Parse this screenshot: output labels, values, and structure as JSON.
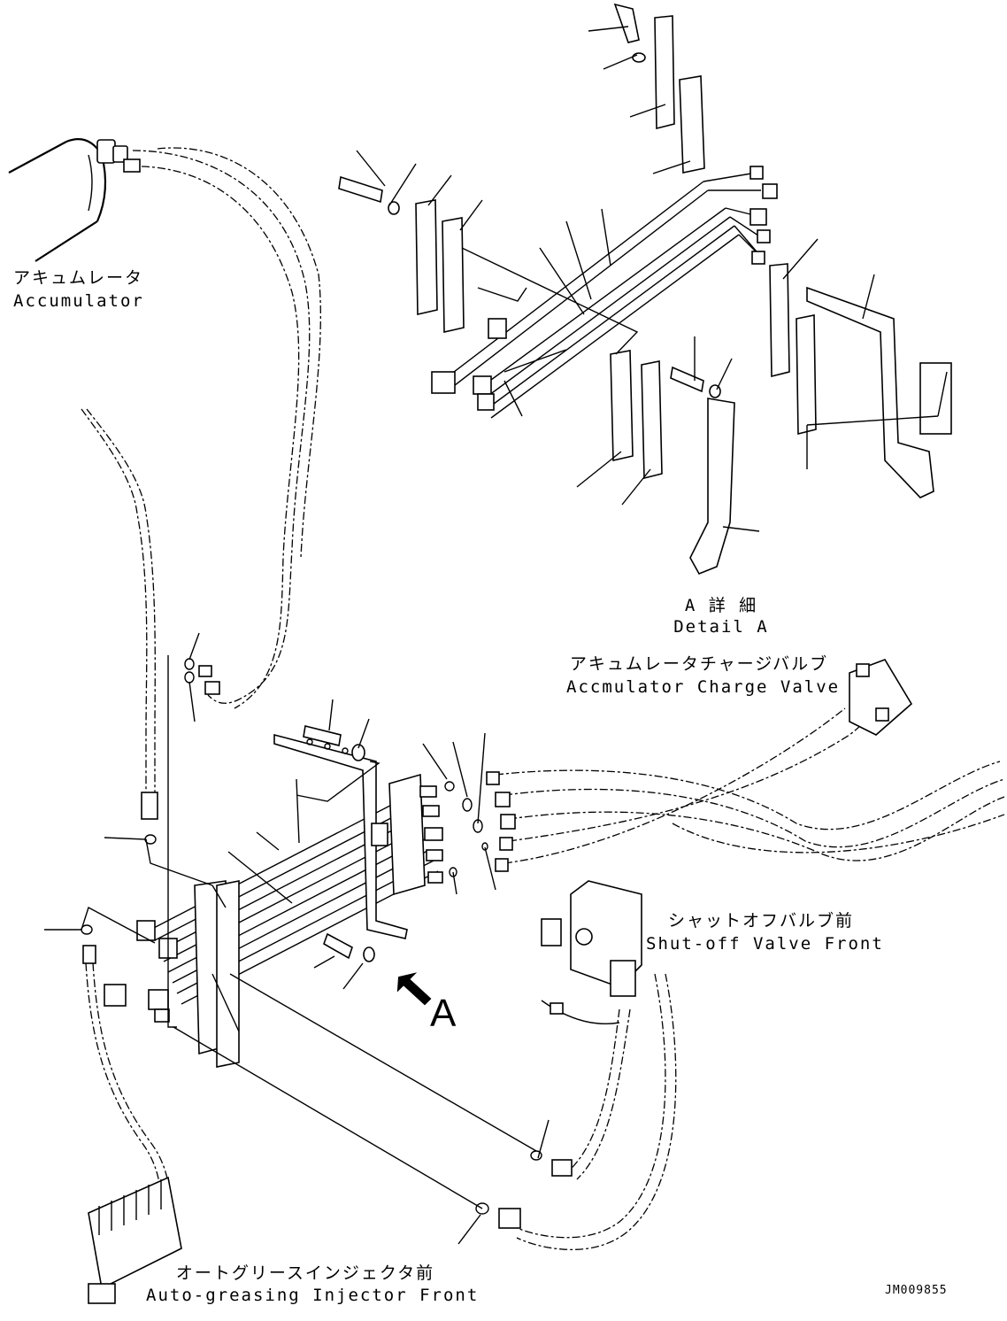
{
  "labels": {
    "accumulator_jp": "アキュムレータ",
    "accumulator_en": "Accumulator",
    "detail_jp": "A 詳 細",
    "detail_en": "Detail A",
    "charge_valve_jp": "アキュムレータチャージバルブ",
    "charge_valve_en": "Accmulator Charge Valve",
    "shutoff_jp": "シャットオフバルブ前",
    "shutoff_en": "Shut-off Valve Front",
    "injector_jp": "オートグリースインジェクタ前",
    "injector_en": "Auto-greasing Injector Front",
    "view_arrow": "A",
    "drawing_number": "JM009855"
  }
}
